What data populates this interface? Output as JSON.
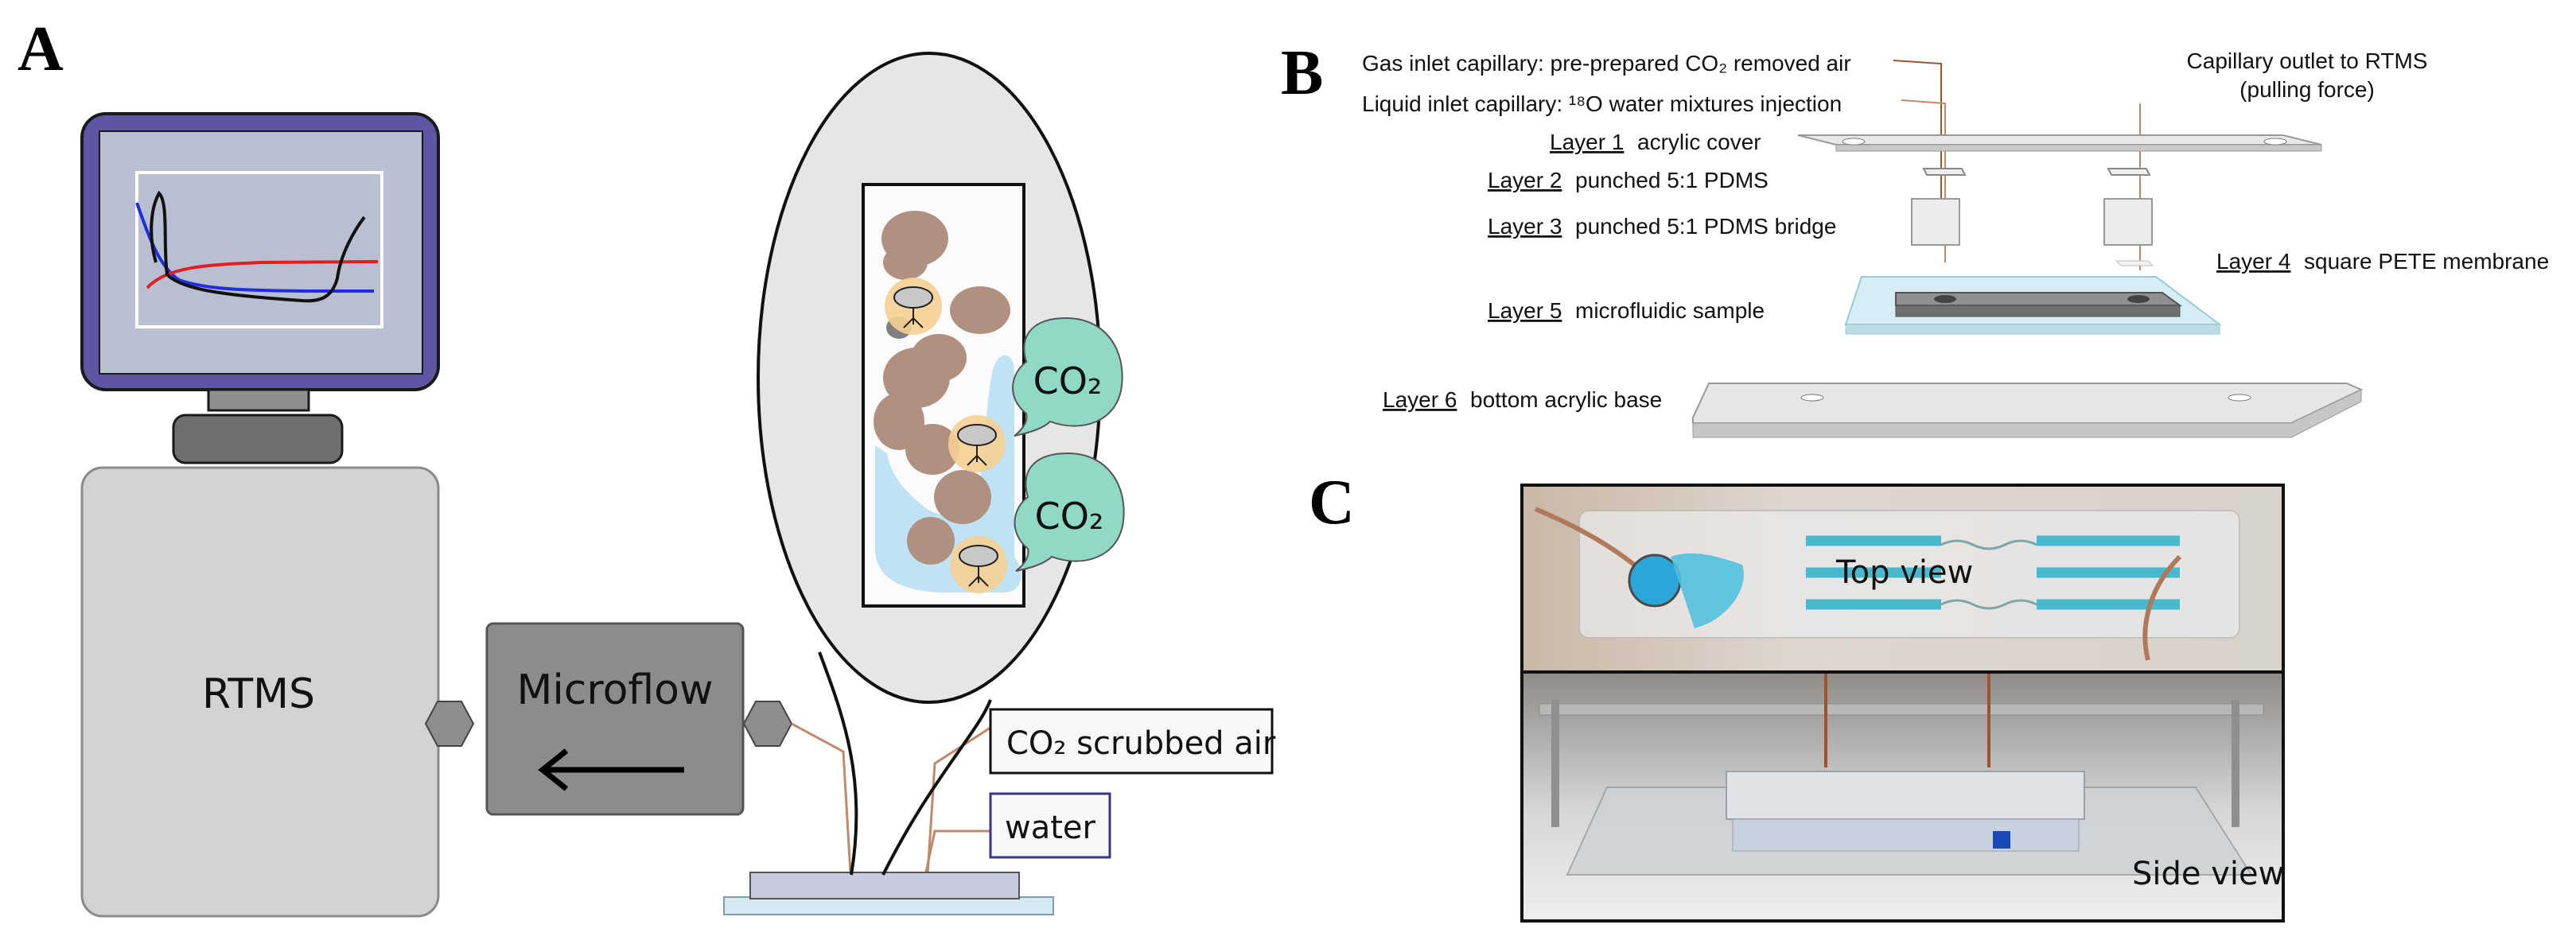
{
  "panels": {
    "a": "A",
    "b": "B",
    "c": "C"
  },
  "panel_a": {
    "rtms_label": "RTMS",
    "microflow_label": "Microflow",
    "co2_bubble_1": "CO₂",
    "co2_bubble_2": "CO₂",
    "co2_scrubbed_air": "CO₂ scrubbed air",
    "water": "water"
  },
  "panel_b": {
    "gas_inlet": "Gas inlet capillary: pre-prepared CO₂ removed air",
    "liquid_inlet": "Liquid inlet capillary: ¹⁸O water mixtures injection",
    "capillary_outlet_line1": "Capillary outlet to RTMS",
    "capillary_outlet_line2": "(pulling force)",
    "layers": [
      {
        "name": "Layer 1",
        "desc": "acrylic cover"
      },
      {
        "name": "Layer 2",
        "desc": "punched 5:1 PDMS"
      },
      {
        "name": "Layer 3",
        "desc": "punched 5:1 PDMS bridge"
      },
      {
        "name": "Layer 4",
        "desc": "square PETE membrane"
      },
      {
        "name": "Layer 5",
        "desc": "microfluidic sample"
      },
      {
        "name": "Layer 6",
        "desc": "bottom acrylic base"
      }
    ]
  },
  "panel_c": {
    "top_view": "Top view",
    "side_view": "Side view"
  },
  "colors": {
    "monitor_frame": "#5c56a4",
    "screen": "#b8bfd0",
    "rtms_box": "#d3d3d3",
    "microflow_box": "#8c8c8c",
    "co2_bubble": "#8fd9c6",
    "soil_particle": "#b09080",
    "water_film": "#b8dff3",
    "microbe_halo": "#f6cf92",
    "tubing": "#c08a6a",
    "curve_red": "#e02020",
    "curve_blue": "#1f2ee0"
  }
}
